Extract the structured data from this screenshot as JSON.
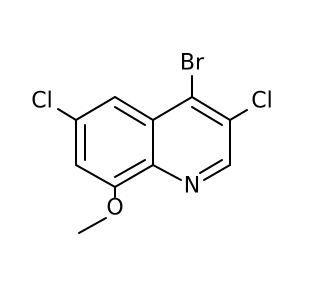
{
  "molecule": {
    "atoms": {
      "br": "Br",
      "cl_right": "Cl",
      "cl_left": "Cl",
      "n": "N",
      "o": "O"
    }
  }
}
